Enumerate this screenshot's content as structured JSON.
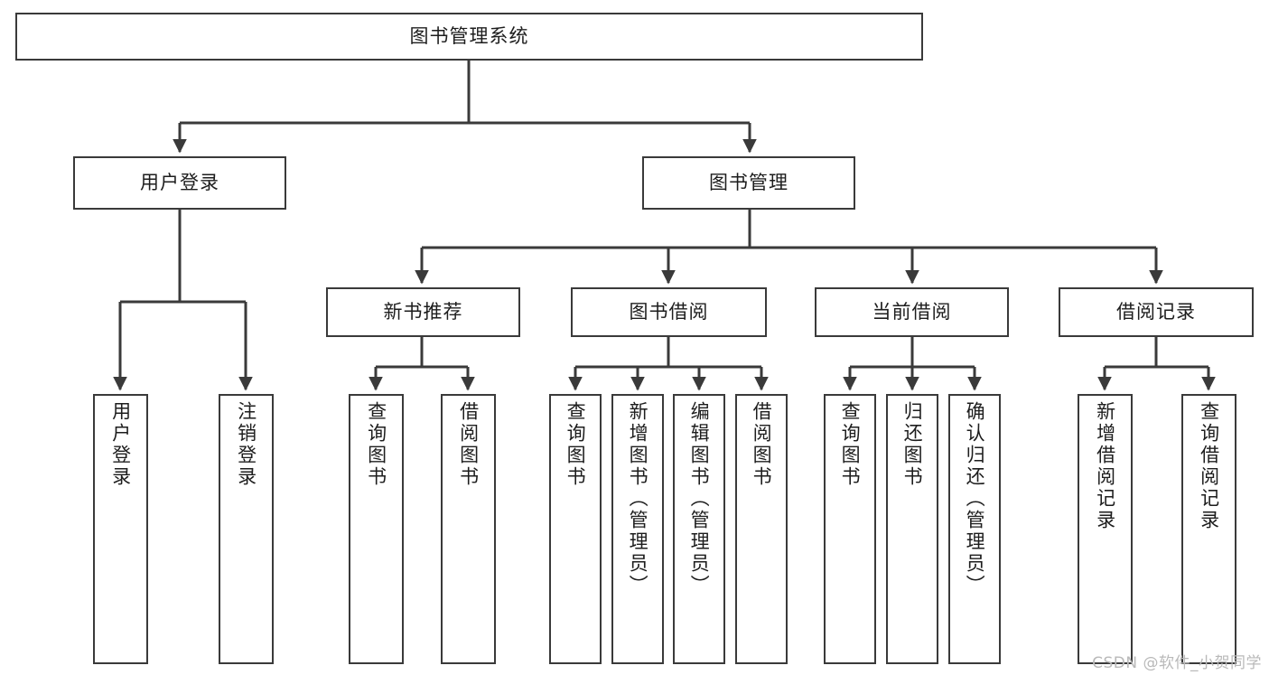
{
  "diagram": {
    "type": "tree",
    "title": "图书管理系统",
    "watermark": "CSDN @软件_小贺同学",
    "style": {
      "box_fill": "#ffffff",
      "box_stroke": "#3a3a3a",
      "edge_color": "#3a3a3a",
      "text_color": "#1d1d1d",
      "background": "#ffffff",
      "watermark_color": "#b9b9b9"
    },
    "nodes": {
      "root": {
        "label": "图书管理系统",
        "level": 1,
        "orientation": "horizontal"
      },
      "n_user_login": {
        "label": "用户登录",
        "level": 2,
        "orientation": "horizontal"
      },
      "n_book_mgmt": {
        "label": "图书管理",
        "level": 2,
        "orientation": "horizontal"
      },
      "n_new_book_rec": {
        "label": "新书推荐",
        "level": 3,
        "orientation": "horizontal"
      },
      "n_book_borrow": {
        "label": "图书借阅",
        "level": 3,
        "orientation": "horizontal"
      },
      "n_current_borrow": {
        "label": "当前借阅",
        "level": 3,
        "orientation": "horizontal"
      },
      "n_borrow_record": {
        "label": "借阅记录",
        "level": 3,
        "orientation": "horizontal"
      },
      "l_user_login": {
        "label": "用户登录",
        "level": 4,
        "orientation": "vertical"
      },
      "l_logout": {
        "label": "注销登录",
        "level": 4,
        "orientation": "vertical"
      },
      "l_query_book_1": {
        "label": "查询图书",
        "level": 4,
        "orientation": "vertical"
      },
      "l_borrow_book_1": {
        "label": "借阅图书",
        "level": 4,
        "orientation": "vertical"
      },
      "l_query_book_2": {
        "label": "查询图书",
        "level": 4,
        "orientation": "vertical"
      },
      "l_add_book": {
        "label": "新增图书（管理员）",
        "level": 4,
        "orientation": "vertical"
      },
      "l_edit_book": {
        "label": "编辑图书（管理员）",
        "level": 4,
        "orientation": "vertical"
      },
      "l_borrow_book_2": {
        "label": "借阅图书",
        "level": 4,
        "orientation": "vertical"
      },
      "l_query_book_3": {
        "label": "查询图书",
        "level": 4,
        "orientation": "vertical"
      },
      "l_return_book": {
        "label": "归还图书",
        "level": 4,
        "orientation": "vertical"
      },
      "l_confirm_return": {
        "label": "确认归还（管理员）",
        "level": 4,
        "orientation": "vertical"
      },
      "l_add_record": {
        "label": "新增借阅记录",
        "level": 4,
        "orientation": "vertical"
      },
      "l_query_record": {
        "label": "查询借阅记录",
        "level": 4,
        "orientation": "vertical"
      }
    },
    "edges": [
      {
        "from": "root",
        "to": "n_user_login"
      },
      {
        "from": "root",
        "to": "n_book_mgmt"
      },
      {
        "from": "n_user_login",
        "to": "l_user_login"
      },
      {
        "from": "n_user_login",
        "to": "l_logout"
      },
      {
        "from": "n_book_mgmt",
        "to": "n_new_book_rec"
      },
      {
        "from": "n_book_mgmt",
        "to": "n_book_borrow"
      },
      {
        "from": "n_book_mgmt",
        "to": "n_current_borrow"
      },
      {
        "from": "n_book_mgmt",
        "to": "n_borrow_record"
      },
      {
        "from": "n_new_book_rec",
        "to": "l_query_book_1"
      },
      {
        "from": "n_new_book_rec",
        "to": "l_borrow_book_1"
      },
      {
        "from": "n_book_borrow",
        "to": "l_query_book_2"
      },
      {
        "from": "n_book_borrow",
        "to": "l_add_book"
      },
      {
        "from": "n_book_borrow",
        "to": "l_edit_book"
      },
      {
        "from": "n_book_borrow",
        "to": "l_borrow_book_2"
      },
      {
        "from": "n_current_borrow",
        "to": "l_query_book_3"
      },
      {
        "from": "n_current_borrow",
        "to": "l_return_book"
      },
      {
        "from": "n_current_borrow",
        "to": "l_confirm_return"
      },
      {
        "from": "n_borrow_record",
        "to": "l_add_record"
      },
      {
        "from": "n_borrow_record",
        "to": "l_query_record"
      }
    ]
  }
}
